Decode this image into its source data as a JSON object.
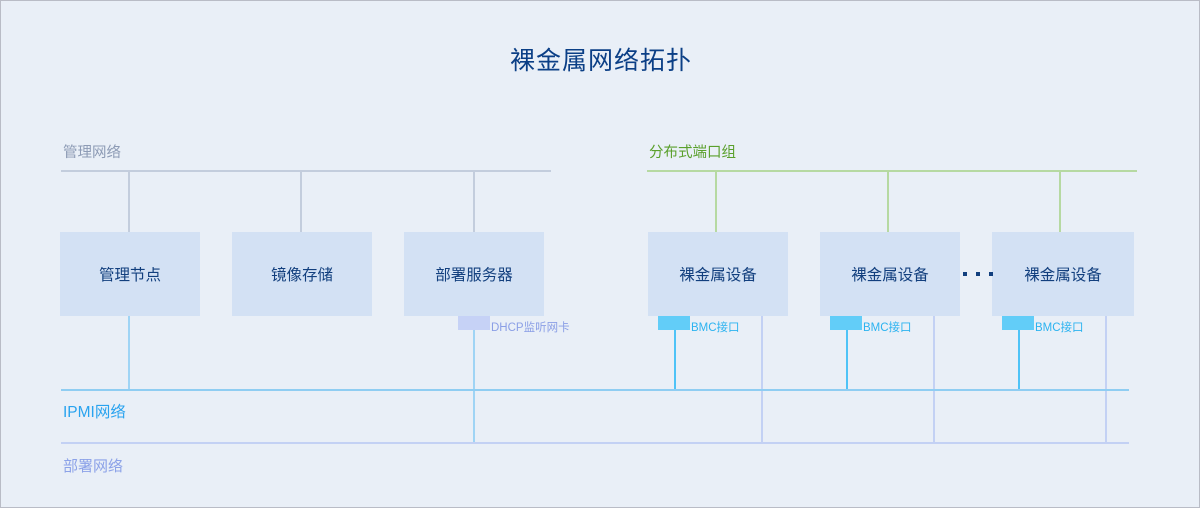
{
  "page": {
    "title": "裸金属网络拓扑",
    "background_color": "#e9eff7",
    "title_color": "#0b3f86"
  },
  "zones": {
    "management_network": {
      "label": "管理网络",
      "color": "#8d9bb5",
      "bus_color": "#c3cddd"
    },
    "distributed_port_group": {
      "label": "分布式端口组",
      "color": "#5aa02c",
      "bus_color": "#b6d9a2"
    },
    "ipmi_network": {
      "label": "IPMI网络",
      "color": "#29a3ef",
      "bus_color": "#8fcdf2"
    },
    "deployment_network": {
      "label": "部署网络",
      "color": "#8ca2e8",
      "bus_color": "#c3d1f4"
    }
  },
  "nodes": {
    "management_node": {
      "label": "管理节点"
    },
    "image_storage": {
      "label": "镜像存储"
    },
    "deployment_server": {
      "label": "部署服务器"
    },
    "bare_metal_1": {
      "label": "裸金属设备"
    },
    "bare_metal_2": {
      "label": "裸金属设备"
    },
    "bare_metal_3": {
      "label": "裸金属设备"
    }
  },
  "interfaces": {
    "dhcp_nic": {
      "label": "DHCP监听网卡",
      "color": "#c6d2f6",
      "text_color": "#8b9fe6"
    },
    "bmc_1": {
      "label": "BMC接口",
      "color": "#62cdf8",
      "text_color": "#2cb3f0"
    },
    "bmc_2": {
      "label": "BMC接口",
      "color": "#62cdf8",
      "text_color": "#2cb3f0"
    },
    "bmc_3": {
      "label": "BMC接口",
      "color": "#62cdf8",
      "text_color": "#2cb3f0"
    }
  },
  "ellipsis": {
    "dots": 3
  }
}
